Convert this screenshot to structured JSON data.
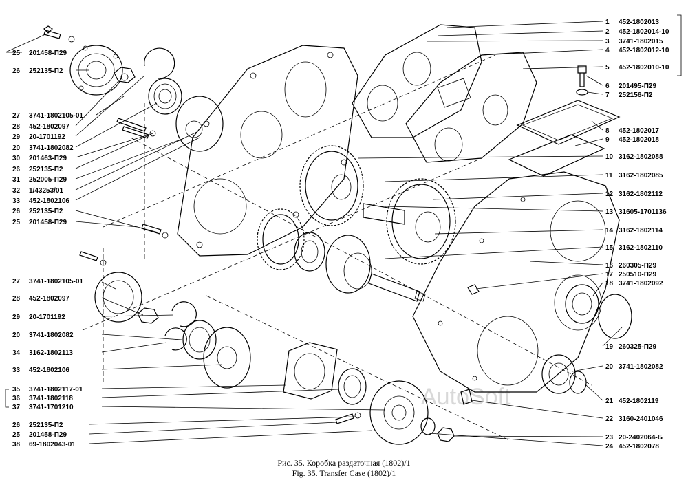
{
  "watermark": "AutoSoft",
  "caption": {
    "ru": "Рис. 35. Коробка раздаточная (1802)/1",
    "en": "Fig. 35. Transfer Case (1802)/1"
  },
  "callouts_left": [
    {
      "num": "25",
      "code": "201458-П29"
    },
    {
      "num": "26",
      "code": "252135-П2"
    },
    {
      "num": "27",
      "code": "3741-1802105-01"
    },
    {
      "num": "28",
      "code": "452-1802097"
    },
    {
      "num": "29",
      "code": "20-1701192"
    },
    {
      "num": "20",
      "code": "3741-1802082"
    },
    {
      "num": "30",
      "code": "201463-П29"
    },
    {
      "num": "26",
      "code": "252135-П2"
    },
    {
      "num": "31",
      "code": "252005-П29"
    },
    {
      "num": "32",
      "code": "1/43253/01"
    },
    {
      "num": "33",
      "code": "452-1802106"
    },
    {
      "num": "26",
      "code": "252135-П2"
    },
    {
      "num": "25",
      "code": "201458-П29"
    },
    {
      "num": "27",
      "code": "3741-1802105-01"
    },
    {
      "num": "28",
      "code": "452-1802097"
    },
    {
      "num": "29",
      "code": "20-1701192"
    },
    {
      "num": "20",
      "code": "3741-1802082"
    },
    {
      "num": "34",
      "code": "3162-1802113"
    },
    {
      "num": "33",
      "code": "452-1802106"
    },
    {
      "num": "35",
      "code": "3741-1802117-01"
    },
    {
      "num": "36",
      "code": "3741-1802118"
    },
    {
      "num": "37",
      "code": "3741-1701210"
    },
    {
      "num": "26",
      "code": "252135-П2"
    },
    {
      "num": "25",
      "code": "201458-П29"
    },
    {
      "num": "38",
      "code": "69-1802043-01"
    }
  ],
  "callouts_right": [
    {
      "num": "1",
      "code": "452-1802013"
    },
    {
      "num": "2",
      "code": "452-1802014-10"
    },
    {
      "num": "3",
      "code": "3741-1802015"
    },
    {
      "num": "4",
      "code": "452-1802012-10"
    },
    {
      "num": "5",
      "code": "452-1802010-10"
    },
    {
      "num": "6",
      "code": "201495-П29"
    },
    {
      "num": "7",
      "code": "252156-П2"
    },
    {
      "num": "8",
      "code": "452-1802017"
    },
    {
      "num": "9",
      "code": "452-1802018"
    },
    {
      "num": "10",
      "code": "3162-1802088"
    },
    {
      "num": "11",
      "code": "3162-1802085"
    },
    {
      "num": "12",
      "code": "3162-1802112"
    },
    {
      "num": "13",
      "code": "31605-1701136"
    },
    {
      "num": "14",
      "code": "3162-1802114"
    },
    {
      "num": "15",
      "code": "3162-1802110"
    },
    {
      "num": "16",
      "code": "260305-П29"
    },
    {
      "num": "17",
      "code": "250510-П29"
    },
    {
      "num": "18",
      "code": "3741-1802092"
    },
    {
      "num": "19",
      "code": "260325-П29"
    },
    {
      "num": "20",
      "code": "3741-1802082"
    },
    {
      "num": "21",
      "code": "452-1802119"
    },
    {
      "num": "22",
      "code": "3160-2401046"
    },
    {
      "num": "23",
      "code": "20-2402064-Б"
    },
    {
      "num": "24",
      "code": "452-1802078"
    }
  ]
}
